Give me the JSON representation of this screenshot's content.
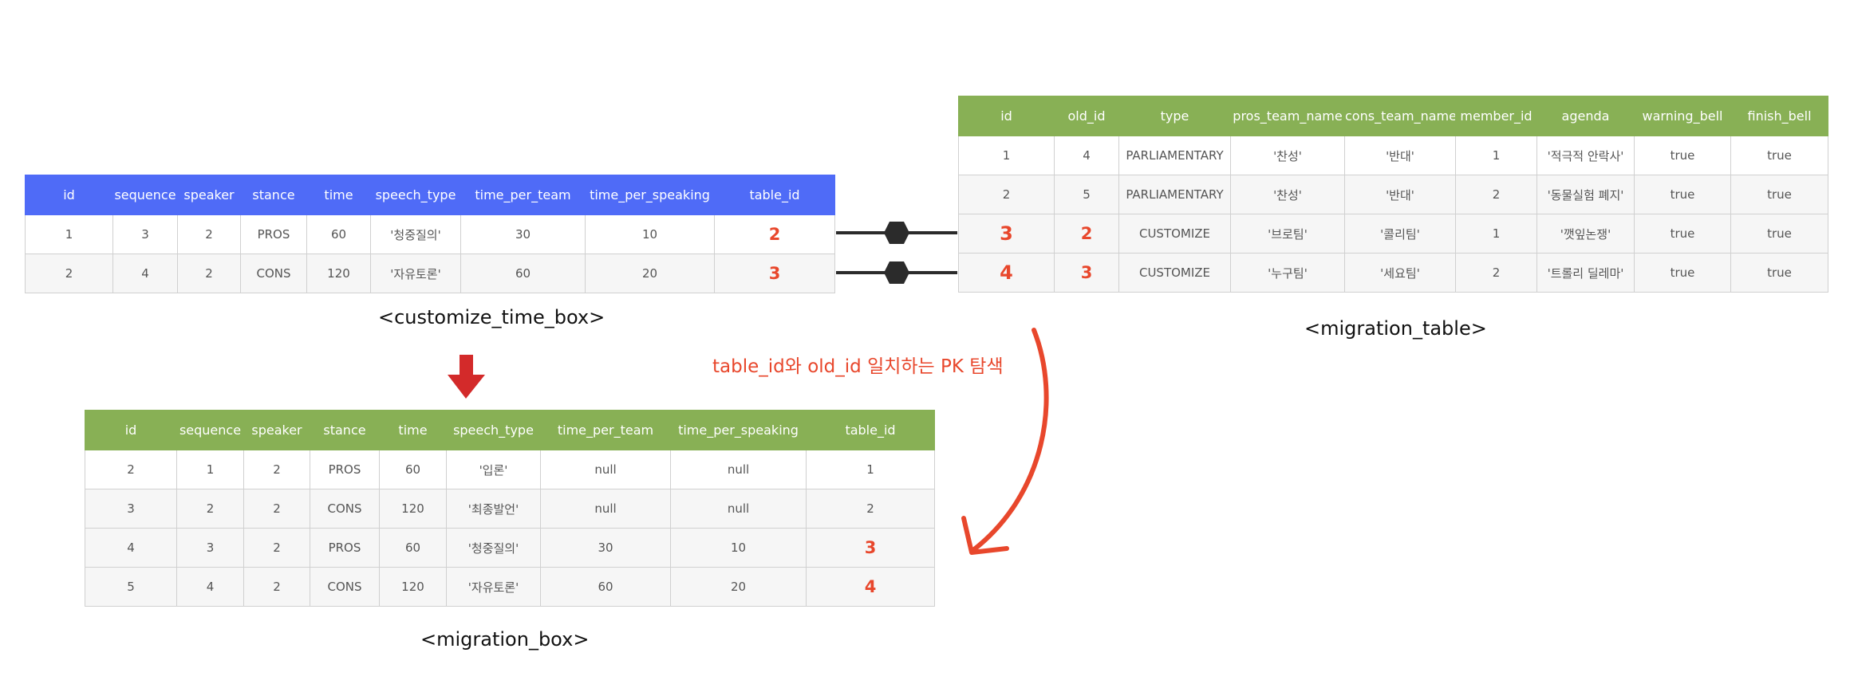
{
  "customize_time_box": {
    "caption": "<customize_time_box>",
    "columns": [
      "id",
      "sequence",
      "speaker",
      "stance",
      "time",
      "speech_type",
      "time_per_team",
      "time_per_speaking",
      "table_id"
    ],
    "rows": [
      [
        "1",
        "3",
        "2",
        "PROS",
        "60",
        "'청중질의'",
        "30",
        "10",
        "2"
      ],
      [
        "2",
        "4",
        "2",
        "CONS",
        "120",
        "'자유토론'",
        "60",
        "20",
        "3"
      ]
    ],
    "header_color": "#4f6bf7"
  },
  "migration_table": {
    "caption": "<migration_table>",
    "columns": [
      "id",
      "old_id",
      "type",
      "pros_team_name",
      "cons_team_name",
      "member_id",
      "agenda",
      "warning_bell",
      "finish_bell"
    ],
    "rows": [
      [
        "1",
        "4",
        "PARLIAMENTARY",
        "'찬성'",
        "'반대'",
        "1",
        "'적극적 안락사'",
        "true",
        "true"
      ],
      [
        "2",
        "5",
        "PARLIAMENTARY",
        "'찬성'",
        "'반대'",
        "2",
        "'동물실험 폐지'",
        "true",
        "true"
      ],
      [
        "3",
        "2",
        "CUSTOMIZE",
        "'브로팀'",
        "'콜리팀'",
        "1",
        "'깻잎논쟁'",
        "true",
        "true"
      ],
      [
        "4",
        "3",
        "CUSTOMIZE",
        "'누구팀'",
        "'세요팀'",
        "2",
        "'트롤리 딜레마'",
        "true",
        "true"
      ]
    ],
    "header_color": "#88b055"
  },
  "migration_box": {
    "caption": "<migration_box>",
    "columns": [
      "id",
      "sequence",
      "speaker",
      "stance",
      "time",
      "speech_type",
      "time_per_team",
      "time_per_speaking",
      "table_id"
    ],
    "rows": [
      [
        "2",
        "1",
        "2",
        "PROS",
        "60",
        "'입론'",
        "null",
        "null",
        "1"
      ],
      [
        "3",
        "2",
        "2",
        "CONS",
        "120",
        "'최종발언'",
        "null",
        "null",
        "2"
      ],
      [
        "4",
        "3",
        "2",
        "PROS",
        "60",
        "'청중질의'",
        "30",
        "10",
        "3"
      ],
      [
        "5",
        "4",
        "2",
        "CONS",
        "120",
        "'자유토론'",
        "60",
        "20",
        "4"
      ]
    ],
    "header_color": "#88b055"
  },
  "note": "table_id와 old_id 일치하는 PK 탐색",
  "colors": {
    "highlight": "#e8472c",
    "down_arrow": "#d32a2a",
    "connector": "#2b2b2b"
  }
}
